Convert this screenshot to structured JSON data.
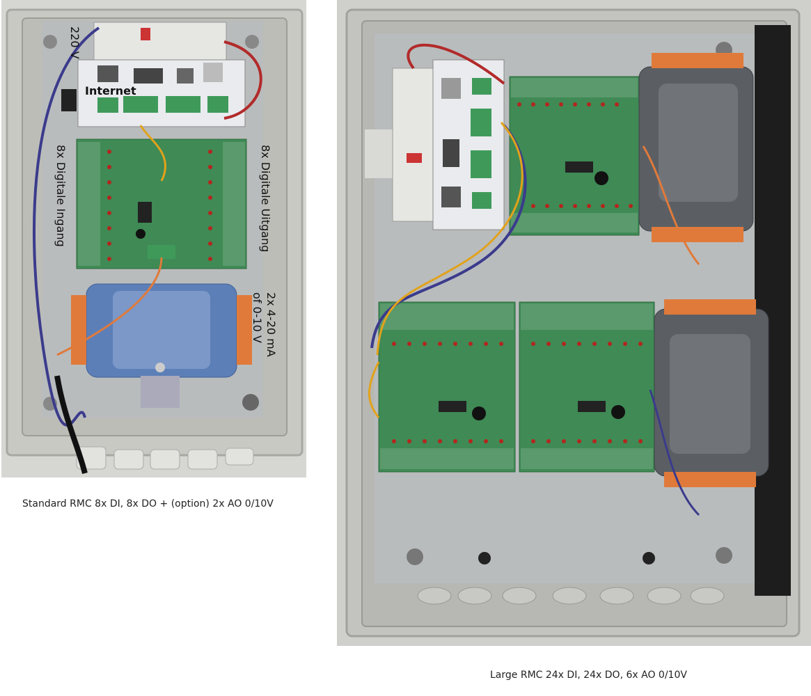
{
  "figure": {
    "standard": {
      "labels": {
        "power": "220 V",
        "internet": "Internet",
        "digital_inputs": "8x Digitale Ingang",
        "digital_outputs": "8x Digitale Uitgang",
        "analog_line1": "2x 4-20 mA",
        "analog_line2": "of 0-10 V"
      },
      "caption": "Standard RMC 8x DI, 8x DO + (option) 2x AO 0/10V"
    },
    "large": {
      "caption": "Large RMC 24x DI, 24x DO, 6x AO 0/10V"
    }
  },
  "colors": {
    "enclosure": "#c9c9c4",
    "backplate": "#b9bcbd",
    "pcb_green": "#3f8a55",
    "terminal_green": "#5a9a6c",
    "module_white": "#e9ebee",
    "din_rail": "#d9d9d6",
    "analog_module_blue": "#5d7fb8",
    "ao_module_gray": "#5b5f64",
    "orange_terminal": "#e07a3a"
  }
}
